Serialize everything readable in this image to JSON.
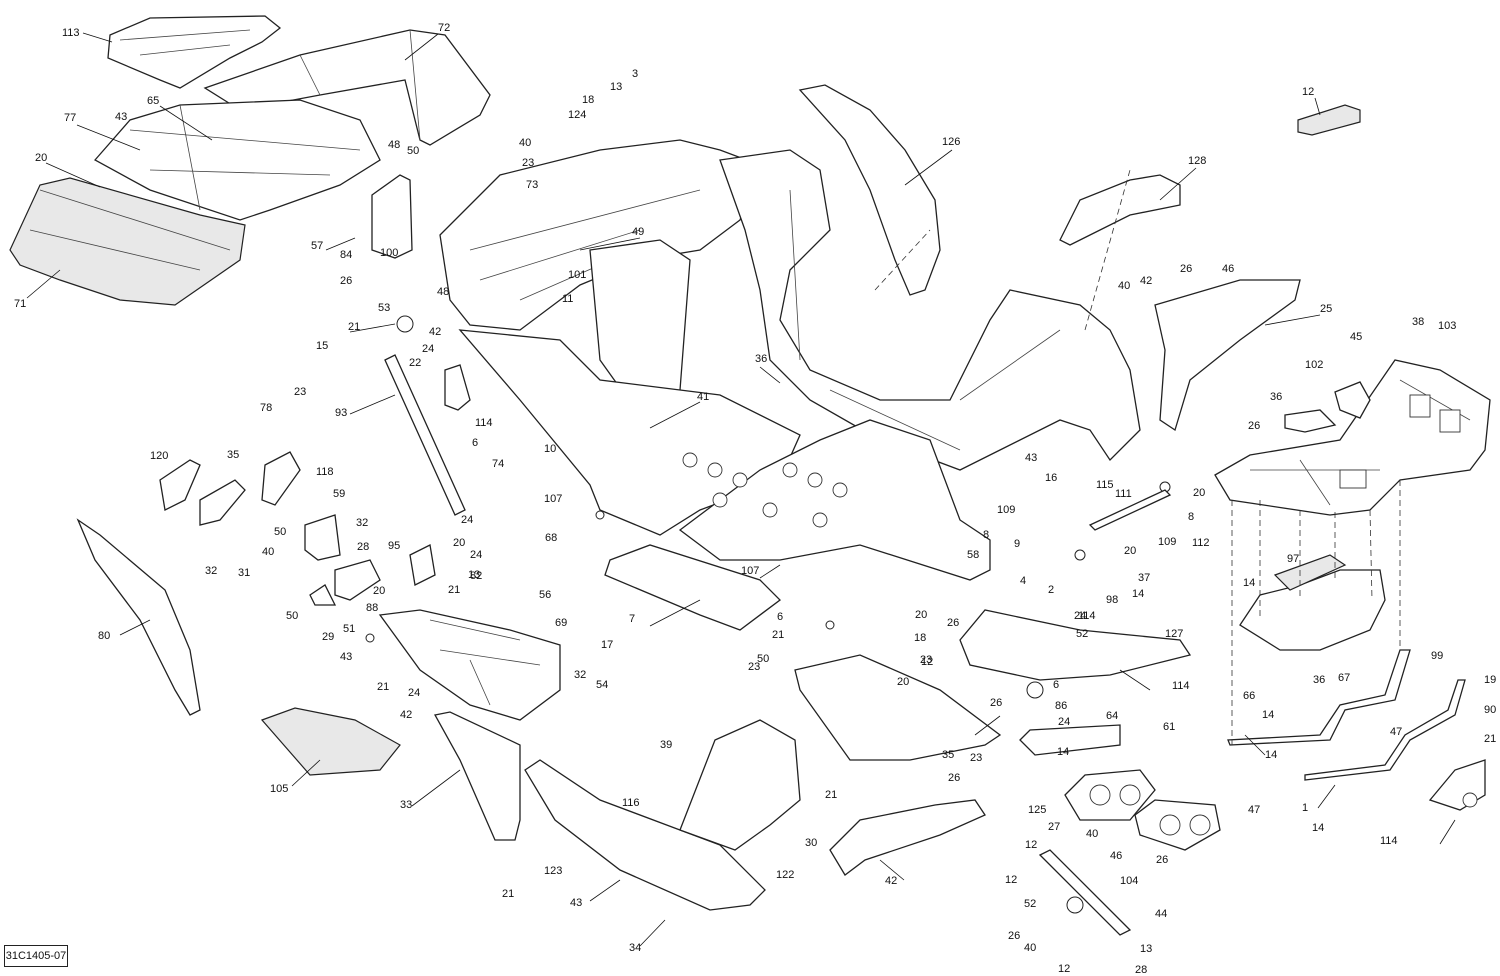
{
  "drawing_id": "31C1405-07",
  "callouts": [
    "113",
    "72",
    "65",
    "43",
    "77",
    "20",
    "71",
    "48",
    "50",
    "57",
    "84",
    "26",
    "40",
    "23",
    "73",
    "49",
    "48",
    "100",
    "18",
    "13",
    "3",
    "124",
    "126",
    "128",
    "12",
    "26",
    "40",
    "42",
    "46",
    "25",
    "101",
    "11",
    "53",
    "21",
    "42",
    "15",
    "24",
    "22",
    "93",
    "114",
    "6",
    "74",
    "41",
    "36",
    "38",
    "45",
    "103",
    "102",
    "36",
    "26",
    "23",
    "78",
    "118",
    "120",
    "35",
    "59",
    "32",
    "50",
    "40",
    "32",
    "31",
    "28",
    "95",
    "20",
    "24",
    "13",
    "20",
    "21",
    "24",
    "82",
    "88",
    "50",
    "29",
    "51",
    "43",
    "21",
    "24",
    "42",
    "56",
    "69",
    "17",
    "32",
    "54",
    "33",
    "21",
    "123",
    "80",
    "105",
    "43",
    "34",
    "116",
    "39",
    "21",
    "30",
    "122",
    "50",
    "23",
    "20",
    "26",
    "23",
    "35",
    "23",
    "26",
    "86",
    "24",
    "14",
    "64",
    "61",
    "125",
    "40",
    "26",
    "42",
    "12",
    "27",
    "46",
    "12",
    "104",
    "52",
    "26",
    "40",
    "12",
    "44",
    "13",
    "28",
    "58",
    "26",
    "20",
    "18",
    "12",
    "24",
    "52",
    "127",
    "114",
    "6",
    "114",
    "6",
    "21",
    "107",
    "68",
    "10",
    "7",
    "107",
    "43",
    "16",
    "109",
    "8",
    "115",
    "111",
    "20",
    "109",
    "8",
    "112",
    "20",
    "9",
    "4",
    "2",
    "98",
    "37",
    "14",
    "97",
    "14",
    "99",
    "36",
    "66",
    "67",
    "14",
    "47",
    "14",
    "47",
    "1",
    "19",
    "90",
    "21",
    "14",
    "114"
  ]
}
